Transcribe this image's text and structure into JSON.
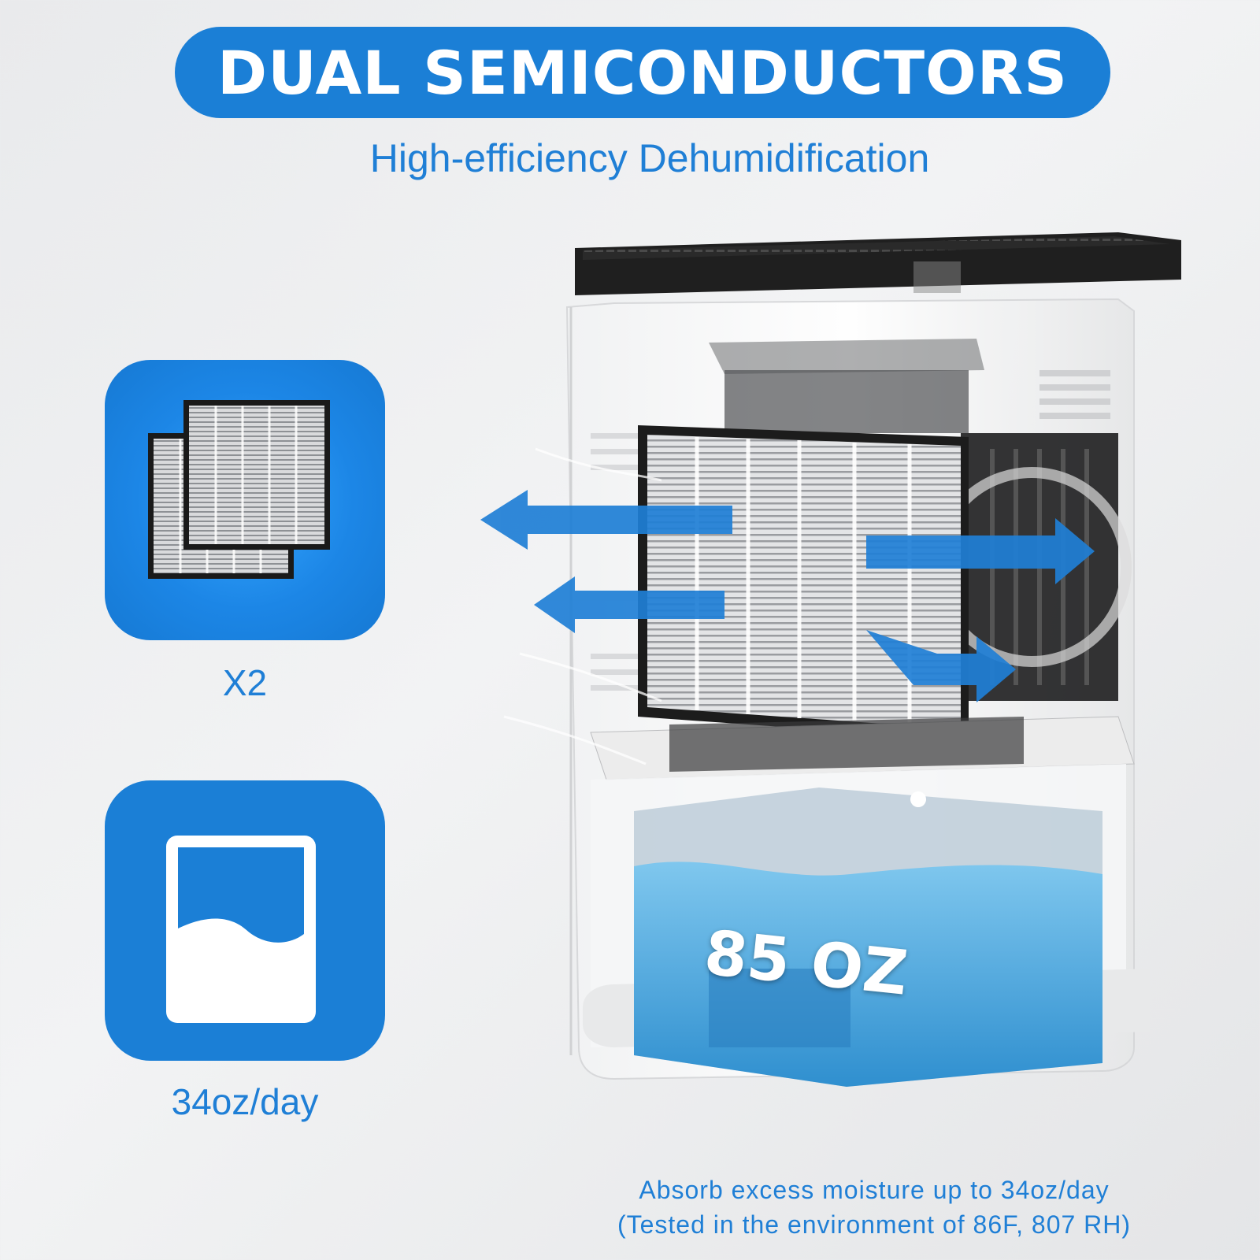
{
  "header": {
    "title": "DUAL SEMICONDUCTORS",
    "subtitle": "High-efficiency Dehumidification"
  },
  "features": [
    {
      "icon": "filter-icon",
      "label": "X2"
    },
    {
      "icon": "water-tank-icon",
      "label": "34oz/day"
    }
  ],
  "product": {
    "tank_capacity": "85 OZ"
  },
  "footnote": {
    "line1": "Absorb excess moisture up to 34oz/day",
    "line2": "(Tested in the environment of 86F, 807 RH)"
  },
  "colors": {
    "accent": "#1b7fd6",
    "background": "#eceded",
    "water": "#3da6e0"
  }
}
